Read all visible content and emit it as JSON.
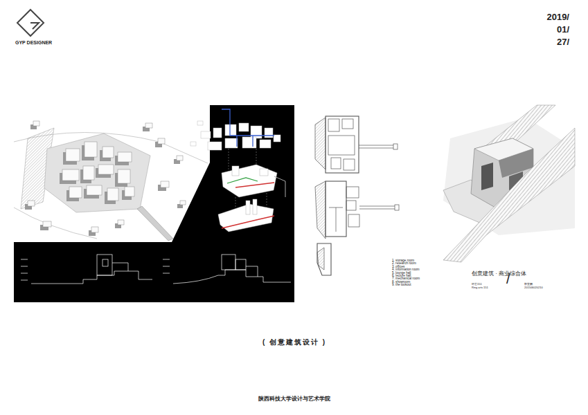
{
  "diagram": {
    "caption": "( 创意建筑设计 )",
    "labels": [
      "GYP DESIGNER",
      "2019/",
      "01/",
      "27/",
      "1. storage room",
      "2. research room",
      "3. offices",
      "4. information room",
      "5. lounge hall",
      "6. lecture hall",
      "7. mechanical room",
      "8. showroom",
      "9. the lookout",
      "创意建筑 · 商业综合体",
      "/",
      "环艺151",
      "Ring arts 151",
      "郭宜鹏",
      "201506020210",
      "陕西科技大学设计与艺术学院"
    ]
  }
}
